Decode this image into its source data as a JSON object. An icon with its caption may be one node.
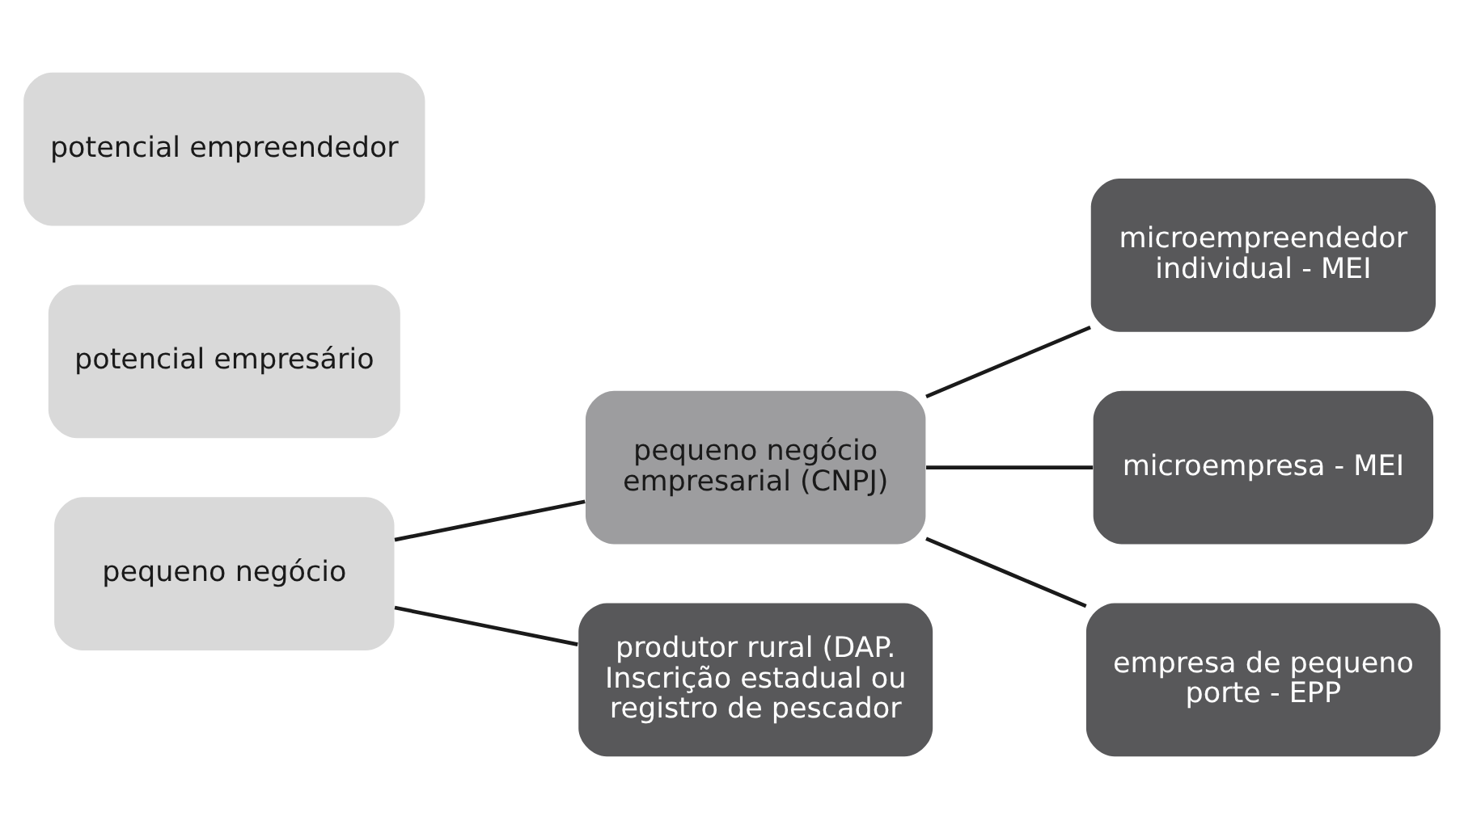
{
  "diagram": {
    "nodes": [
      {
        "text": [
          "pequeno negócio"
        ]
      },
      {
        "text": [
          "potencial empresário"
        ]
      },
      {
        "text": [
          "potencial empreendedor"
        ]
      },
      {
        "text": [
          "pequeno negócio empresarial (CNPJ)"
        ]
      },
      {
        "text": [
          "produtor rural (DAP. Inscrição estadual ou registro de pescador"
        ]
      },
      {
        "text": [
          "microempreendedor individual - MEI"
        ]
      },
      {
        "text": [
          "microempresa - MEI"
        ]
      },
      {
        "text": [
          "empresa de pequeno porte - EPP"
        ]
      }
    ],
    "edges": [
      {
        "from": 0,
        "to": 3,
        "arrow": "none"
      },
      {
        "from": 0,
        "to": 4,
        "arrow": "none"
      },
      {
        "from": 3,
        "to": 5,
        "arrow": "none"
      },
      {
        "from": 3,
        "to": 6,
        "arrow": "none"
      },
      {
        "from": 3,
        "to": 7,
        "arrow": "none"
      }
    ]
  }
}
